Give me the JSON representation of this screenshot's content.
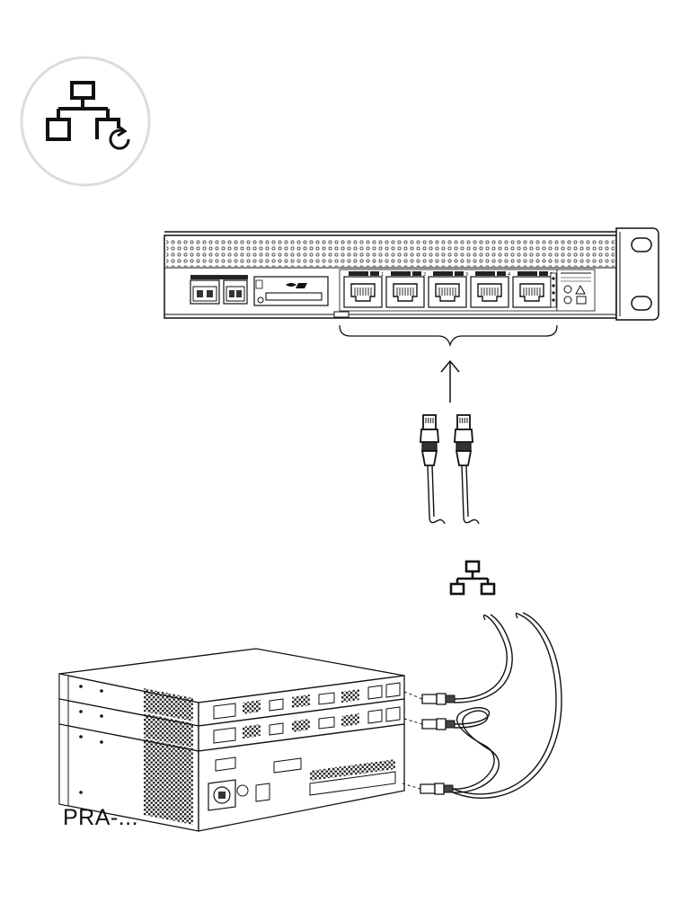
{
  "caption": "PRA-...",
  "rack_device": {
    "ports": [
      {
        "number": "1"
      },
      {
        "number": "2"
      },
      {
        "number": "3"
      },
      {
        "number": "4"
      },
      {
        "number": "5"
      }
    ]
  },
  "icons": {
    "top_left": "network-refresh-icon",
    "middle": "network-icon"
  },
  "colors": {
    "line": "#111111",
    "icon_circle_border": "#dddddd",
    "background": "#ffffff"
  }
}
